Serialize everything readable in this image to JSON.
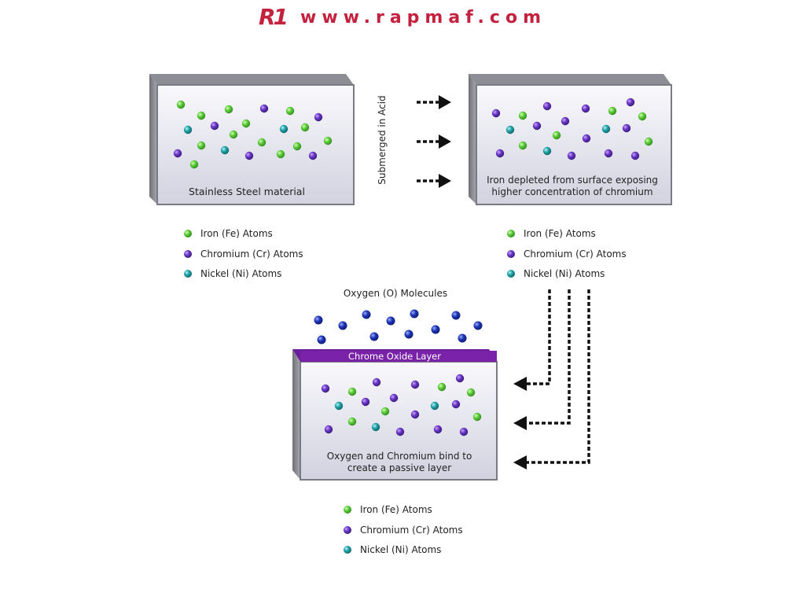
{
  "header": {
    "logo_text": "R1",
    "site_url": "www.rapmaf.com",
    "brand_color": "#c4213f"
  },
  "stages": {
    "initial": {
      "caption": "Stainless Steel material"
    },
    "depleted": {
      "caption_line1": "Iron depleted from surface exposing",
      "caption_line2": "higher concentration of chromium"
    },
    "passive": {
      "layer_label": "Chrome Oxide Layer",
      "caption_line1": "Oxygen and Chromium bind to",
      "caption_line2": "create a passive layer"
    }
  },
  "process_label": "Submerged in Acid",
  "oxygen_label": "Oxygen (O) Molecules",
  "legend": {
    "iron": "Iron (Fe) Atoms",
    "chromium": "Chromium (Cr) Atoms",
    "nickel": "Nickel (Ni) Atoms"
  },
  "colors": {
    "iron": "#5ccc3a",
    "chromium": "#6a36c4",
    "nickel": "#21a3a8",
    "oxygen": "#1f36b8",
    "oxide_layer": "#7a22a8"
  }
}
